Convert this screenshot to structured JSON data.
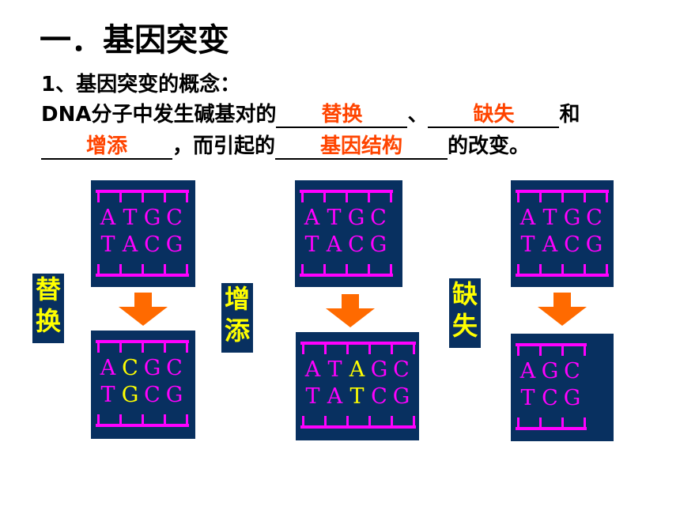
{
  "heading": "一．基因突变",
  "subheading": "1、基因突变的概念：",
  "sentence": {
    "part1": "DNA分子中发生碱基对的",
    "blank1": "替换",
    "sep1": "、",
    "blank2": "缺失",
    "part2": "和",
    "blank3": "增添",
    "part3": "，而引起的",
    "blank4": "基因结构",
    "part4": "的改变。"
  },
  "labels": {
    "substitution": [
      "替",
      "换"
    ],
    "addition": [
      "增",
      "添"
    ],
    "deletion": [
      "缺",
      "失"
    ]
  },
  "colors": {
    "panel": "#083060",
    "strand": "#ff00ff",
    "highlight": "#ffff00",
    "arrow": "#ff6a00",
    "blank_text": "#ff4400"
  },
  "diagrams": {
    "substitution": {
      "before": {
        "top": [
          "A",
          "T",
          "G",
          "C"
        ],
        "bottom": [
          "T",
          "A",
          "C",
          "G"
        ]
      },
      "after": {
        "top": [
          "A",
          "C",
          "G",
          "C"
        ],
        "bottom": [
          "T",
          "G",
          "C",
          "G"
        ]
      }
    },
    "addition": {
      "before": {
        "top": [
          "A",
          "T",
          "G",
          "C"
        ],
        "bottom": [
          "T",
          "A",
          "C",
          "G"
        ]
      },
      "after": {
        "top": [
          "A",
          "T",
          "A",
          "G",
          "C"
        ],
        "bottom": [
          "T",
          "A",
          "T",
          "C",
          "G"
        ]
      }
    },
    "deletion": {
      "before": {
        "top": [
          "A",
          "T",
          "G",
          "C"
        ],
        "bottom": [
          "T",
          "A",
          "C",
          "G"
        ]
      },
      "after": {
        "top": [
          "A",
          "G",
          "C"
        ],
        "bottom": [
          "T",
          "C",
          "G"
        ]
      }
    }
  }
}
